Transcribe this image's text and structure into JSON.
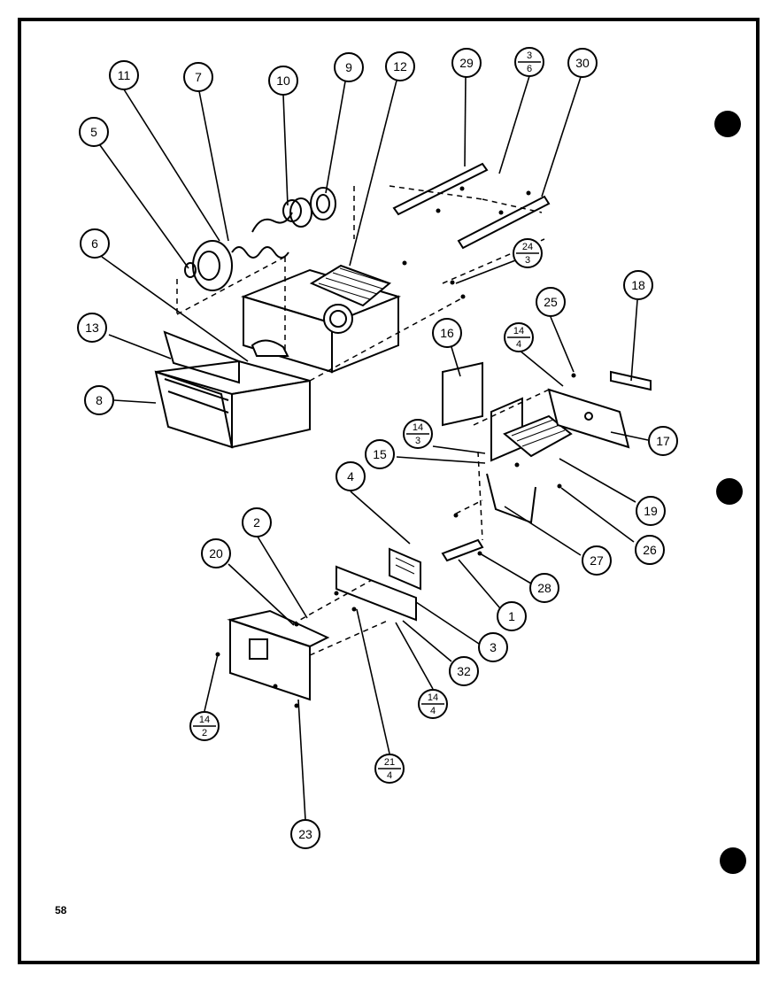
{
  "page_number": "58",
  "callouts": [
    {
      "id": "c11",
      "label": "11"
    },
    {
      "id": "c7",
      "label": "7"
    },
    {
      "id": "c10",
      "label": "10"
    },
    {
      "id": "c9",
      "label": "9"
    },
    {
      "id": "c12",
      "label": "12"
    },
    {
      "id": "c29",
      "label": "29"
    },
    {
      "id": "c30",
      "label": "30"
    },
    {
      "id": "c5",
      "label": "5"
    },
    {
      "id": "c6",
      "label": "6"
    },
    {
      "id": "c13",
      "label": "13"
    },
    {
      "id": "c8",
      "label": "8"
    },
    {
      "id": "c16",
      "label": "16"
    },
    {
      "id": "c25",
      "label": "25"
    },
    {
      "id": "c18",
      "label": "18"
    },
    {
      "id": "c17",
      "label": "17"
    },
    {
      "id": "c15",
      "label": "15"
    },
    {
      "id": "c19",
      "label": "19"
    },
    {
      "id": "c26",
      "label": "26"
    },
    {
      "id": "c27",
      "label": "27"
    },
    {
      "id": "c4",
      "label": "4"
    },
    {
      "id": "c2",
      "label": "2"
    },
    {
      "id": "c20",
      "label": "20"
    },
    {
      "id": "c28",
      "label": "28"
    },
    {
      "id": "c1",
      "label": "1"
    },
    {
      "id": "c3",
      "label": "3"
    },
    {
      "id": "c32",
      "label": "32"
    },
    {
      "id": "c23",
      "label": "23"
    }
  ],
  "fraction_callouts": [
    {
      "id": "f3-6",
      "top": "3",
      "bottom": "6"
    },
    {
      "id": "f24-3",
      "top": "24",
      "bottom": "3"
    },
    {
      "id": "f14-4a",
      "top": "14",
      "bottom": "4"
    },
    {
      "id": "f14-3",
      "top": "14",
      "bottom": "3"
    },
    {
      "id": "f14-4b",
      "top": "14",
      "bottom": "4"
    },
    {
      "id": "f14-2",
      "top": "14",
      "bottom": "2"
    },
    {
      "id": "f21-4",
      "top": "21",
      "bottom": "4"
    }
  ]
}
